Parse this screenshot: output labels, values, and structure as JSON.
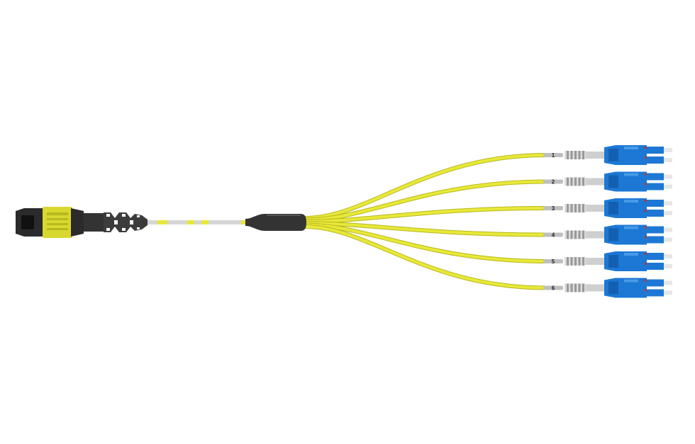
{
  "colors": {
    "background": "#ffffff",
    "fiber": "#e8e839",
    "fiber_shadow": "#b8b81f",
    "mpo_body": "#2b2b2b",
    "mpo_housing": "#d8d830",
    "breakout": "#333333",
    "boot_tip": "#bfbfbf",
    "lc_connector": "#1c78d4",
    "lc_connector_dark": "#0f4f9a",
    "ferrule": "#e6e6e6",
    "latch_red": "#c0332b"
  },
  "icons": {
    "trunk_connector": "mpo-connector-icon",
    "breakout_leg_connector": "lc-duplex-connector-icon"
  },
  "legs": [
    {
      "label": "1"
    },
    {
      "label": "2"
    },
    {
      "label": "3"
    },
    {
      "label": "4"
    },
    {
      "label": "5"
    },
    {
      "label": "6"
    }
  ]
}
